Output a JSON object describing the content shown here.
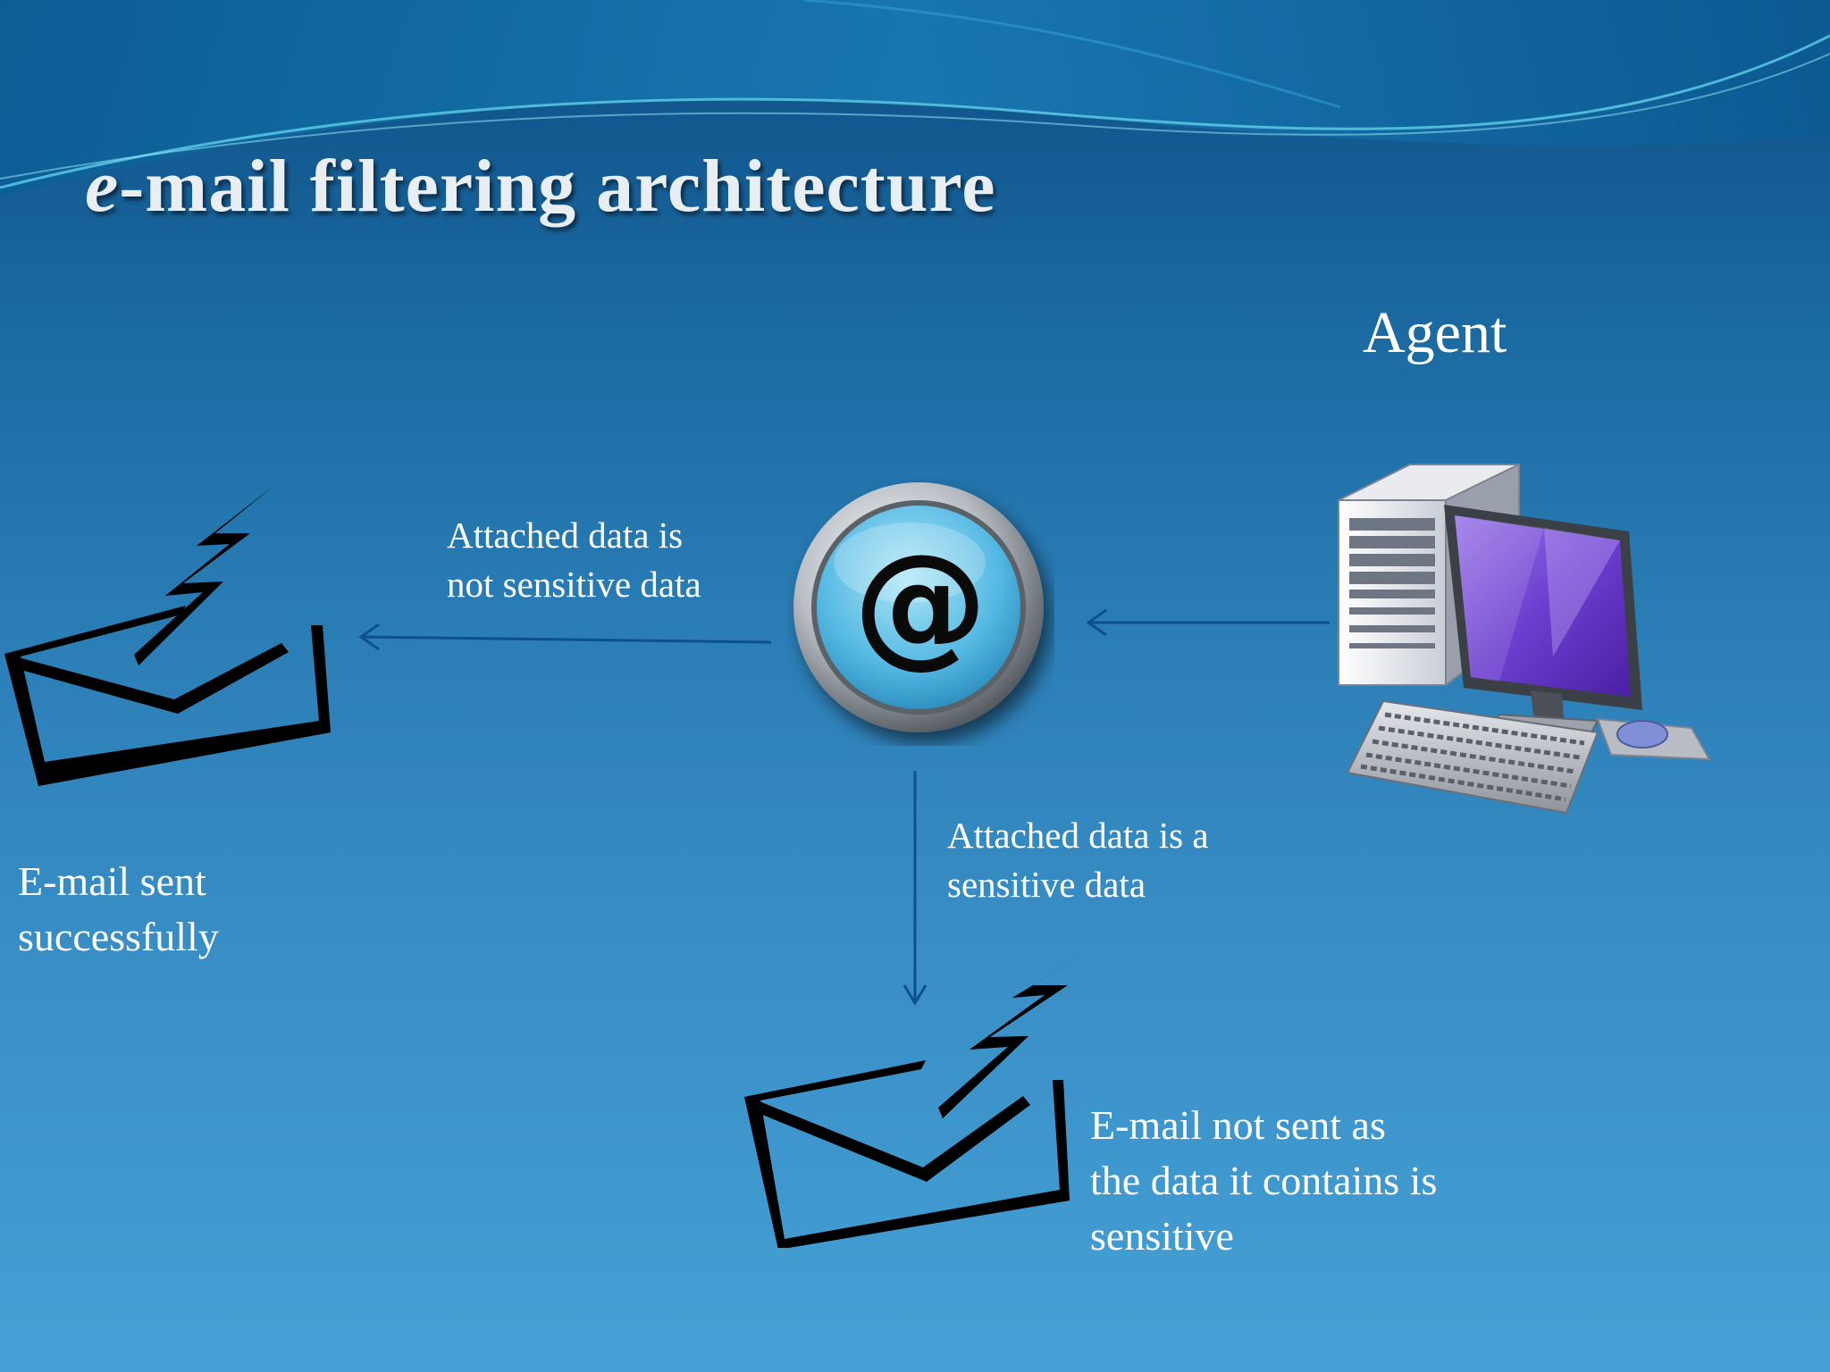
{
  "slide": {
    "title_prefix": "e",
    "title_rest": "-mail filtering architecture"
  },
  "agent": {
    "label": "Agent",
    "icon": "desktop-computer-icon"
  },
  "mail_server": {
    "icon": "at-sign-button-icon",
    "glyph": "@"
  },
  "branch_not_sensitive": {
    "condition_lines": [
      "Attached data is",
      "not sensitive data"
    ],
    "result_lines": [
      "E-mail sent",
      "successfully"
    ],
    "icon": "email-sent-icon"
  },
  "branch_sensitive": {
    "condition_lines": [
      "Attached data is a",
      "sensitive data"
    ],
    "result_lines": [
      "E-mail not sent as",
      "the data it contains is",
      "sensitive"
    ],
    "icon": "email-sent-icon"
  },
  "colors": {
    "background_top": "#0d4f86",
    "background_bottom": "#45a1d5",
    "arrow": "#0e4f8f",
    "text": "#ffffff",
    "title": "#e9eef3",
    "monitor_screen": "#7a4fd6"
  }
}
